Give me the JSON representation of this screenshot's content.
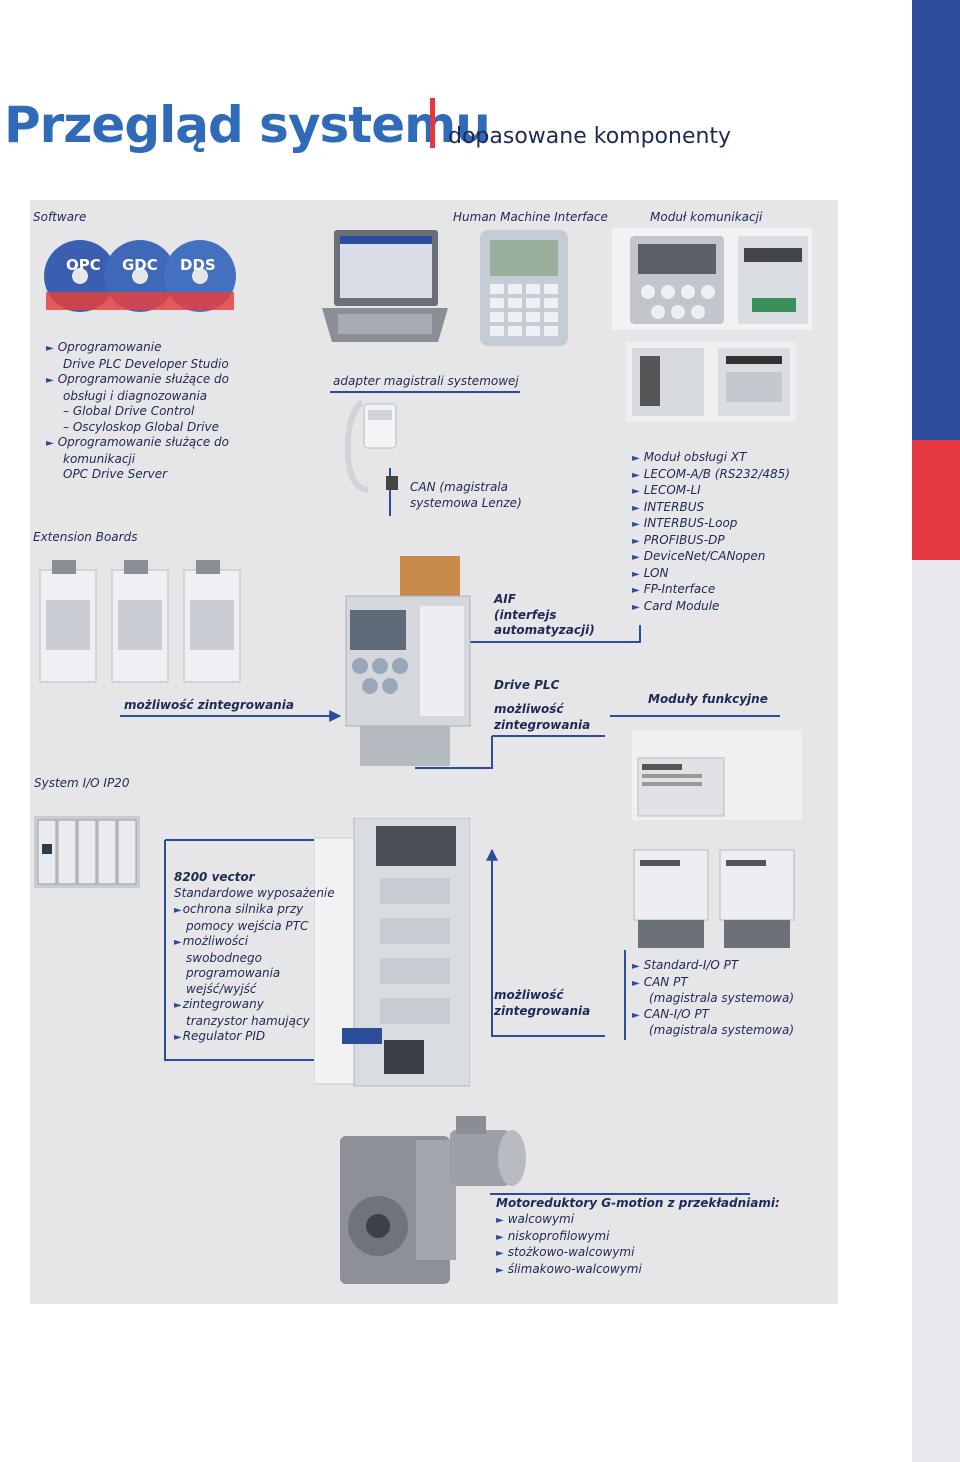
{
  "header": {
    "title": "Przegląd systemu",
    "subtitle": "dopasowane komponenty"
  },
  "sections": {
    "software": "Software",
    "hmi": "Human Machine Interface",
    "comm_module": "Moduł komunikacji",
    "extension_boards": "Extension Boards",
    "system_io": "System I/O IP20"
  },
  "software_list": [
    {
      "bullet": true,
      "text": "Oprogramowanie"
    },
    {
      "bullet": false,
      "text": "Drive PLC Developer Studio"
    },
    {
      "bullet": true,
      "text": "Oprogramowanie służące do"
    },
    {
      "bullet": false,
      "text": "obsługi i diagnozowania"
    },
    {
      "bullet": false,
      "text": "– Global Drive Control"
    },
    {
      "bullet": false,
      "text": "– Oscyloskop Global Drive"
    },
    {
      "bullet": true,
      "text": "Oprogramowanie służące do"
    },
    {
      "bullet": false,
      "text": "komunikacji"
    },
    {
      "bullet": false,
      "text": "OPC Drive Server"
    }
  ],
  "cd_labels": [
    "OPC",
    "GDC",
    "DDS"
  ],
  "labels": {
    "bus_adapter": "adapter magistrali systemowej",
    "can_bus_1": "CAN (magistrala",
    "can_bus_2": "systemowa Lenze)",
    "aif_1": "AIF",
    "aif_2": "(interfejs",
    "aif_3": "automatyzacji)",
    "integration_1": "możliwość zintegrowania",
    "drive_plc": "Drive PLC",
    "drive_plc_int_1": "możliwość",
    "drive_plc_int_2": "zintegrowania",
    "function_modules": "Moduły funkcyjne",
    "vector_int_1": "możliwość",
    "vector_int_2": "zintegrowania"
  },
  "comm_list": [
    "Moduł obsługi XT",
    "LECOM-A/B (RS232/485)",
    "LECOM-LI",
    "INTERBUS",
    "INTERBUS-Loop",
    "PROFIBUS-DP",
    "DeviceNet/CANopen",
    "LON",
    "FP-Interface",
    "Card Module"
  ],
  "vector": {
    "title": "8200 vector",
    "subtitle": "Standardowe wyposażenie",
    "items": [
      {
        "bullet": true,
        "text": "ochrona silnika przy"
      },
      {
        "bullet": false,
        "text": "pomocy wejścia PTC"
      },
      {
        "bullet": true,
        "text": "możliwości"
      },
      {
        "bullet": false,
        "text": "swobodnego"
      },
      {
        "bullet": false,
        "text": "programowania"
      },
      {
        "bullet": false,
        "text": "wejść/wyjść"
      },
      {
        "bullet": true,
        "text": "zintegrowany"
      },
      {
        "bullet": false,
        "text": "tranzystor hamujący"
      },
      {
        "bullet": true,
        "text": "Regulator PID"
      }
    ]
  },
  "io_list": [
    {
      "bullet": true,
      "text": "Standard-I/O PT"
    },
    {
      "bullet": true,
      "text": "CAN PT"
    },
    {
      "bullet": false,
      "text": "(magistrala systemowa)"
    },
    {
      "bullet": true,
      "text": "CAN-I/O PT"
    },
    {
      "bullet": false,
      "text": "(magistrala systemowa)"
    }
  ],
  "motor": {
    "title": "Motoreduktory G-motion z przekładniami:",
    "items": [
      "walcowymi",
      "niskoprofilowymi",
      "stożkowo-walcowymi",
      "ślimakowo-walcowymi"
    ]
  },
  "colors": {
    "accent_blue": "#2b4d9b",
    "title_blue": "#2f6bb8",
    "accent_red": "#e5373f",
    "panel_gray": "#e6e6e8",
    "text_navy": "#1e2a55"
  },
  "icons": [
    "cd-icon",
    "laptop-icon",
    "hmi-keypad-icon",
    "keypad-module-icon",
    "bus-adapter-icon",
    "extension-board-icon",
    "drive-unit-icon",
    "io-module-icon",
    "function-module-icon",
    "gear-motor-icon",
    "arrow-right-icon"
  ]
}
